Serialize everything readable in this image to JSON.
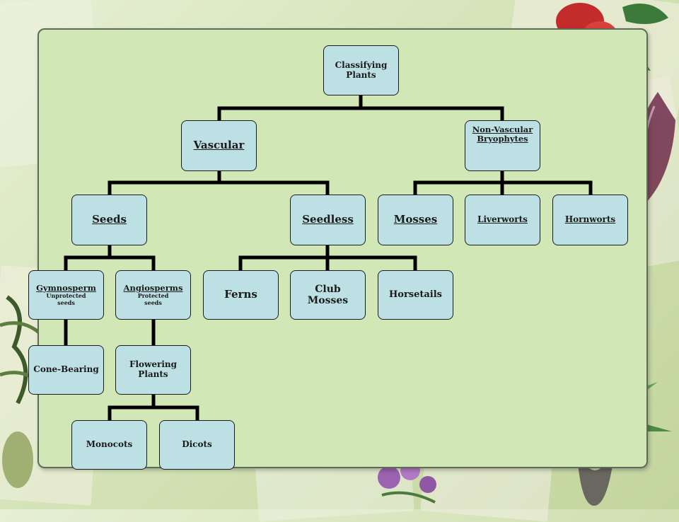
{
  "diagram": {
    "root": "Classifying Plants",
    "vascular": "Vascular",
    "non_vascular": "Non-Vascular Bryophytes",
    "seeds": "Seeds",
    "seedless": "Seedless",
    "mosses": "Mosses",
    "liverworts": "Liverworts",
    "hornworts": "Hornworts",
    "gymnosperm": "Gymnosperm",
    "gymnosperm_sub": "Unprotected seeds",
    "angiosperms": "Angiosperms",
    "angiosperms_sub": "Protected seeds",
    "ferns": "Ferns",
    "club_mosses": "Club Mosses",
    "horsetails": "Horsetails",
    "cone_bearing": "Cone-Bearing",
    "flowering_plants": "Flowering Plants",
    "monocots": "Monocots",
    "dicots": "Dicots"
  },
  "colors": {
    "node_fill": "#bde0e4",
    "connector": "#000000",
    "panel": "#d2e7b6"
  }
}
